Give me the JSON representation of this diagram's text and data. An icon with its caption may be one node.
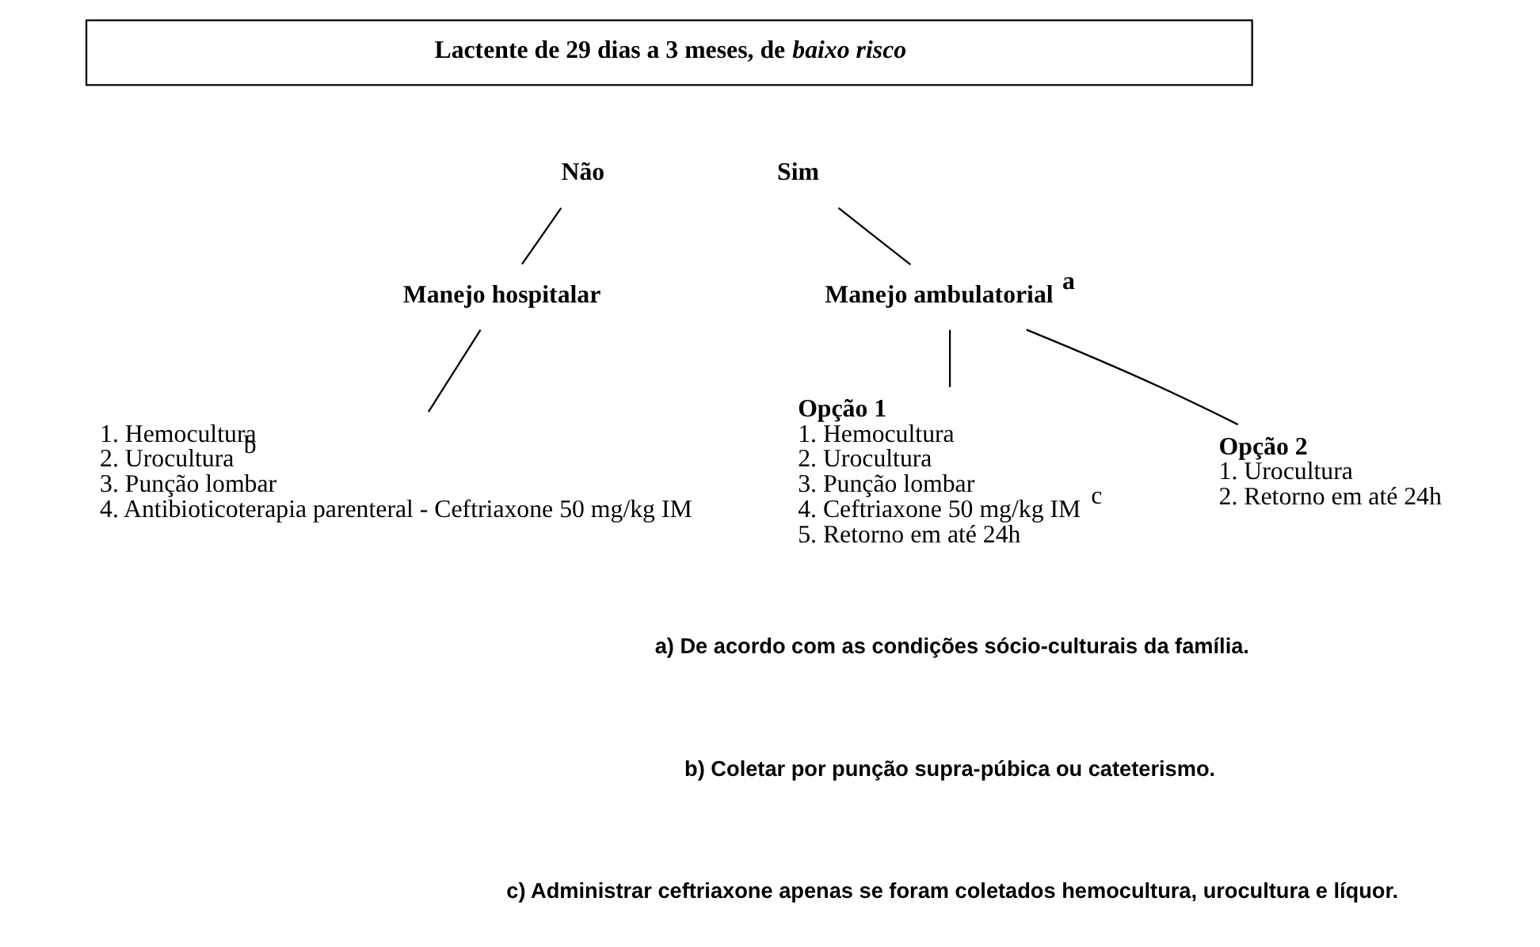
{
  "diagram": {
    "nodes": [
      {
        "text": [
          "Lactente de 29 dias a 3 meses, de *baixo risco*"
        ]
      },
      {
        "text": [
          "Não"
        ]
      },
      {
        "text": [
          "Manejo hospitalar"
        ]
      },
      {
        "text": [
          "1. Hemocultura",
          "2. Urocultura $^{b}$",
          "3. Punção lombar",
          "4. Antibioticoterapia parenteral - Ceftriaxone 50 mg/kg IM"
        ]
      },
      {
        "text": [
          "Sim"
        ]
      },
      {
        "text": [
          "Manejo ambulatorial $^{a}$"
        ]
      },
      {
        "text": [
          "Opção 1",
          "1. Hemocultura",
          "2. Urocultura",
          "3. Punção lombar",
          "4. Ceftriaxone 50 mg/kg IM $^{c}$",
          "5. Retorno em até 24h"
        ]
      },
      {
        "text": [
          "Opção 2",
          "1. Urocultura",
          "2. Retorno em até 24h"
        ]
      }
    ],
    "edges": [
      {
        "from": 1,
        "to": 2,
        "arrow": "none"
      },
      {
        "from": 2,
        "to": 3,
        "arrow": "none"
      },
      {
        "from": 4,
        "to": 5,
        "arrow": "none"
      },
      {
        "from": 5,
        "to": 6,
        "arrow": "none"
      },
      {
        "from": 5,
        "to": 7,
        "arrow": "none"
      }
    ],
    "labels": [
      "a) De acordo com as condições sócio-culturais da família.",
      "b) Coletar por punção supra-púbica ou cateterismo.",
      "c) Administrar ceftriaxone apenas se foram coletados hemocultura, urocultura e líquor."
    ]
  }
}
